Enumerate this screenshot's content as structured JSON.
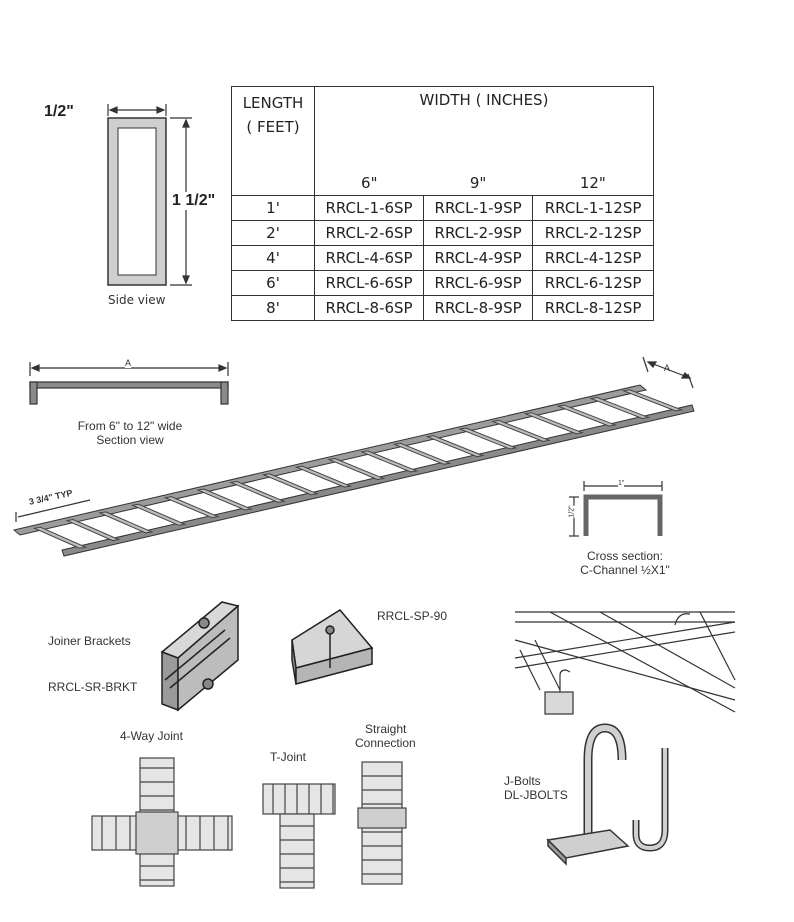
{
  "side_view": {
    "width_label": "1/2\"",
    "height_label": "1 1/2\"",
    "caption": "Side view"
  },
  "spec_table": {
    "length_header_line1": "LENGTH",
    "length_header_line2": "( FEET)",
    "width_header": "WIDTH ( INCHES)",
    "widths": [
      "6\"",
      "9\"",
      "12\""
    ],
    "rows": [
      {
        "length": "1'",
        "parts": [
          "RRCL-1-6SP",
          "RRCL-1-9SP",
          "RRCL-1-12SP"
        ]
      },
      {
        "length": "2'",
        "parts": [
          "RRCL-2-6SP",
          "RRCL-2-9SP",
          "RRCL-2-12SP"
        ]
      },
      {
        "length": "4'",
        "parts": [
          "RRCL-4-6SP",
          "RRCL-4-9SP",
          "RRCL-4-12SP"
        ]
      },
      {
        "length": "6'",
        "parts": [
          "RRCL-6-6SP",
          "RRCL-6-9SP",
          "RRCL-6-12SP"
        ]
      },
      {
        "length": "8'",
        "parts": [
          "RRCL-8-6SP",
          "RRCL-8-9SP",
          "RRCL-8-12SP"
        ]
      }
    ]
  },
  "ladder": {
    "section_dim": "A",
    "end_dim": "A",
    "section_caption_line1": "From 6\" to 12\" wide",
    "section_caption_line2": "Section view",
    "rung_spacing": "3 3/4\" TYP"
  },
  "cross_section": {
    "top_dim": "1\"",
    "side_dim": "1/2\"",
    "caption_line1": "Cross section:",
    "caption_line2": "C-Channel ½X1\""
  },
  "parts": {
    "joiner_label": "Joiner Brackets",
    "joiner_part": "RRCL-SR-BRKT",
    "corner_part": "RRCL-SP-90",
    "four_way": "4-Way Joint",
    "t_joint": "T-Joint",
    "straight_line1": "Straight",
    "straight_line2": "Connection",
    "jbolts_line1": "J-Bolts",
    "jbolts_line2": "DL-JBOLTS"
  }
}
